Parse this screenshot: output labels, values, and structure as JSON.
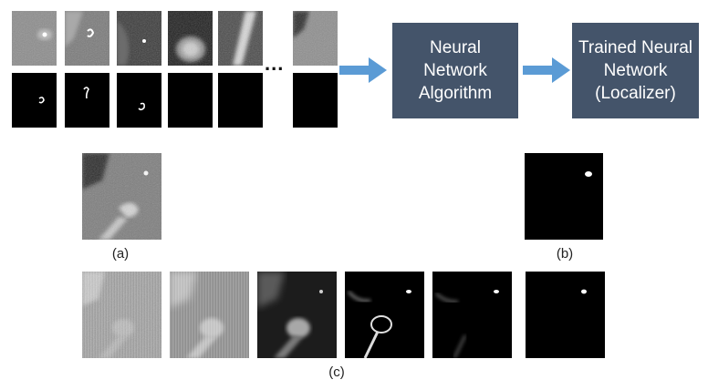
{
  "pipeline": {
    "ellipsis": "...",
    "box1": {
      "line1": "Neural",
      "line2": "Network",
      "line3": "Algorithm"
    },
    "box2": {
      "line1": "Trained Neural",
      "line2": "Network",
      "line3": "(Localizer)"
    }
  },
  "captions": {
    "a": "(a)",
    "b": "(b)",
    "c": "(c)"
  },
  "colors": {
    "box": "#44546a",
    "arrow": "#5b9bd5",
    "box_text": "#ffffff"
  }
}
